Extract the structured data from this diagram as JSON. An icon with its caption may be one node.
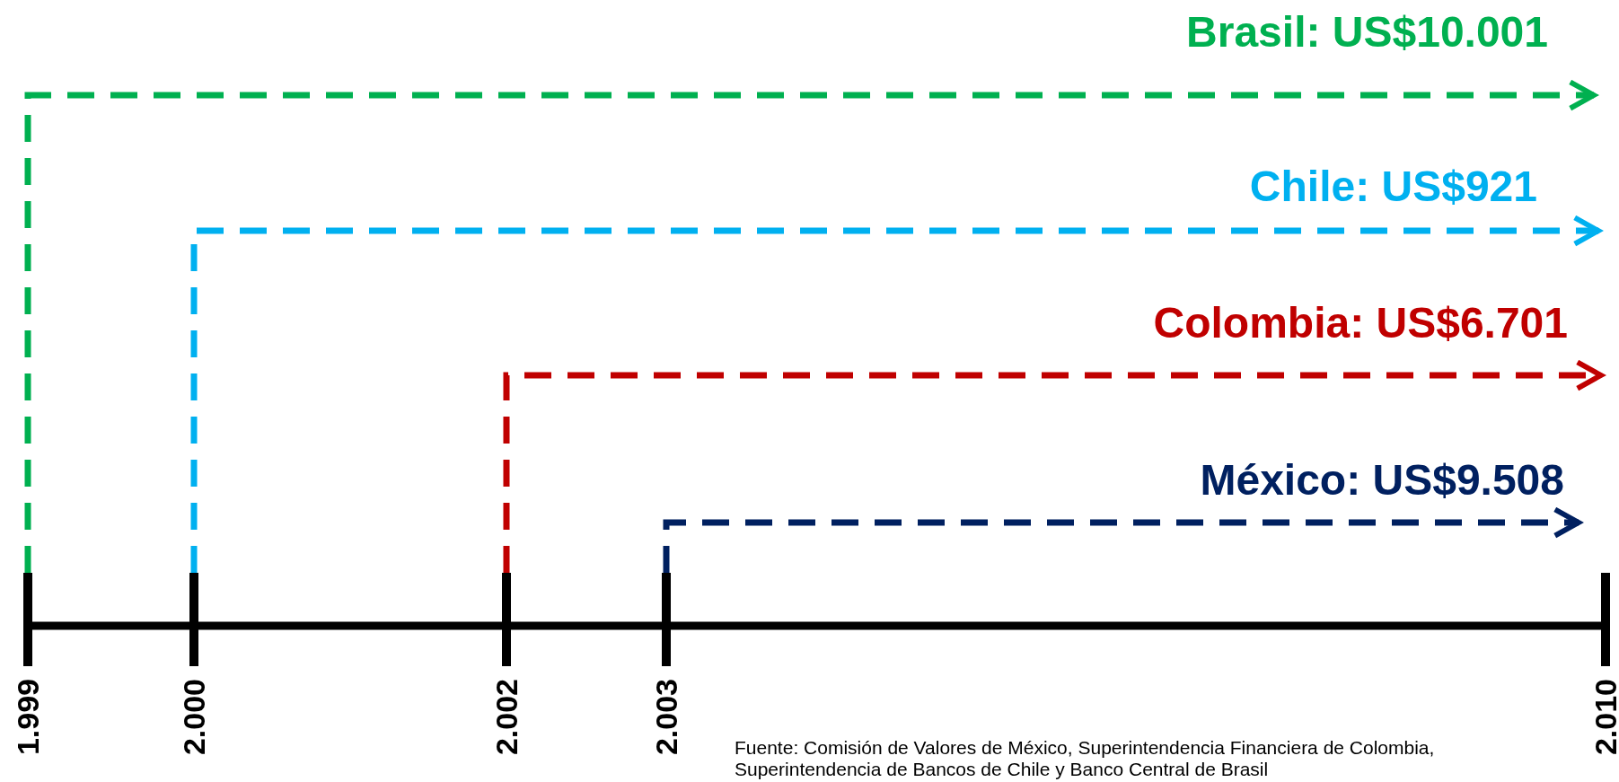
{
  "diagram": {
    "caption": "Fuente: Comisión de Valores de México, Superintendencia Financiera de Colombia, Superintendencia de Bancos de Chile y Banco Central de Brasil",
    "nodes": [
      {
        "text": [
          "1.999"
        ]
      },
      {
        "text": [
          "2.000"
        ]
      },
      {
        "text": [
          "2.002"
        ]
      },
      {
        "text": [
          "2.003"
        ]
      },
      {
        "text": [
          "2.010"
        ]
      }
    ],
    "edges": [
      {
        "from": 0,
        "to": null,
        "arrow": "to",
        "label": "Brasil: US$10.001",
        "style": "dashed",
        "color": "#00b050"
      },
      {
        "from": 1,
        "to": null,
        "arrow": "to",
        "label": "Chile: US$921",
        "style": "dashed",
        "color": "#00b0f0"
      },
      {
        "from": 2,
        "to": null,
        "arrow": "to",
        "label": "Colombia: US$6.701",
        "style": "dashed",
        "color": "#c00000"
      },
      {
        "from": 3,
        "to": null,
        "arrow": "to",
        "label": "México: US$9.508",
        "style": "dashed",
        "color": "#002060"
      }
    ]
  }
}
